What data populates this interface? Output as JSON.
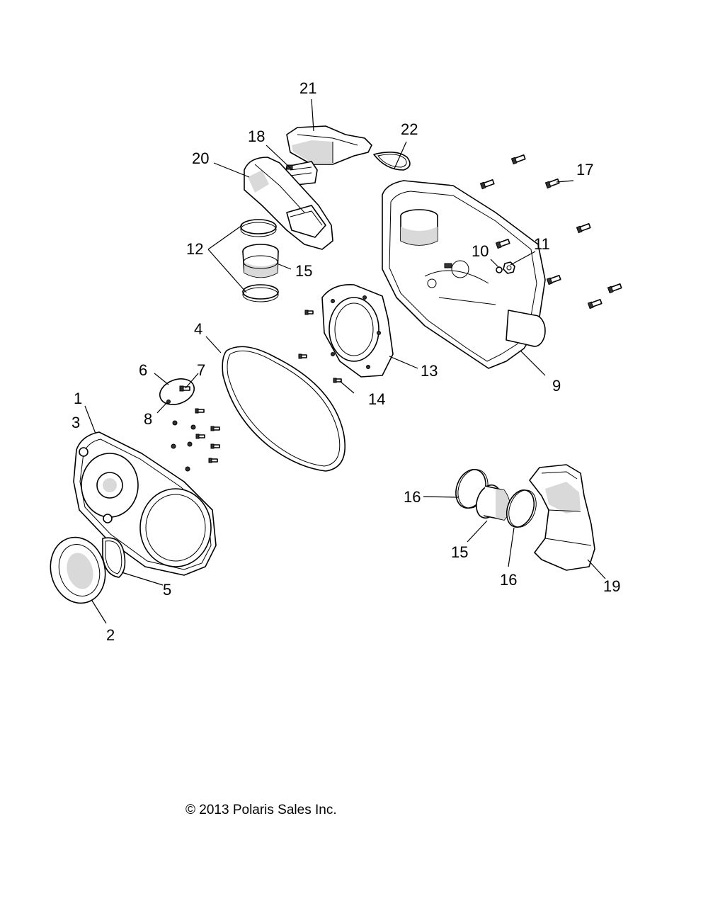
{
  "diagram": {
    "callouts": {
      "c1": "1",
      "c2": "2",
      "c3": "3",
      "c4": "4",
      "c5": "5",
      "c6": "6",
      "c7": "7",
      "c8": "8",
      "c9": "9",
      "c10": "10",
      "c11": "11",
      "c12": "12",
      "c13": "13",
      "c14": "14",
      "c15a": "15",
      "c15b": "15",
      "c16a": "16",
      "c16b": "16",
      "c17": "17",
      "c18": "18",
      "c19": "19",
      "c20": "20",
      "c21": "21",
      "c22": "22"
    }
  },
  "footer": {
    "copyright": "© 2013 Polaris Sales Inc."
  }
}
